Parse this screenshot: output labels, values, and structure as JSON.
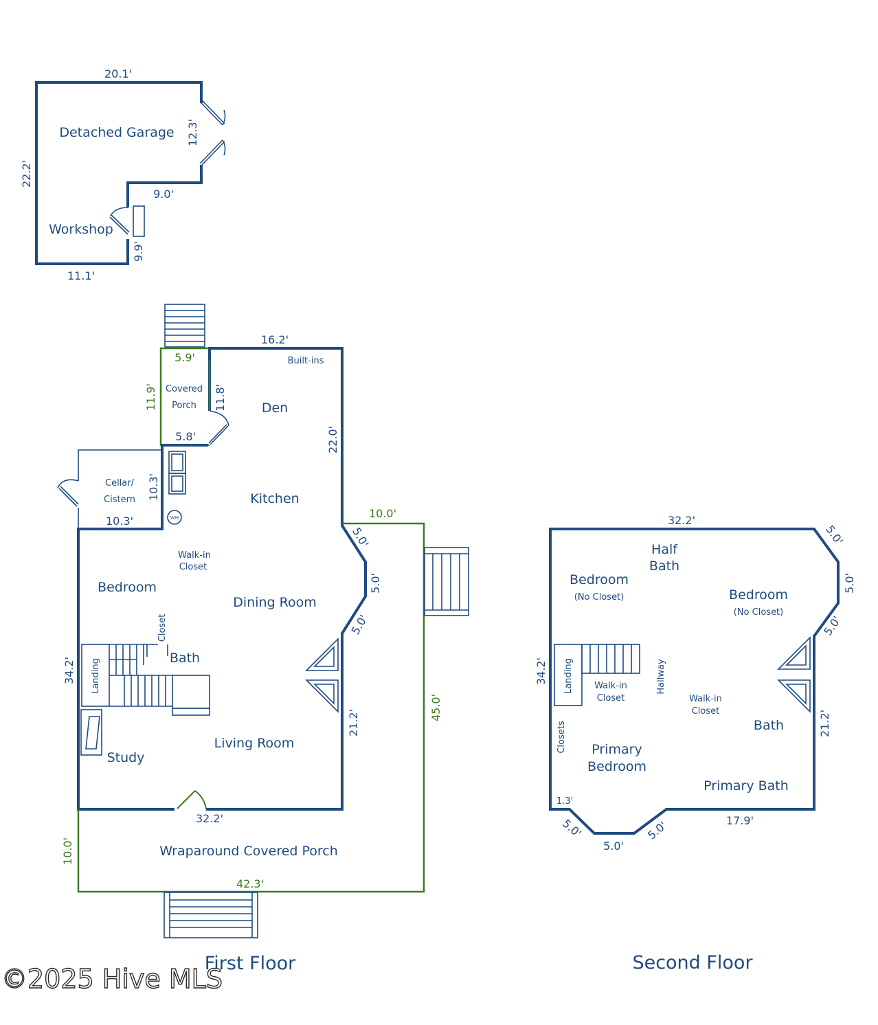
{
  "garage": {
    "rooms": {
      "garage": "Detached Garage",
      "workshop": "Workshop"
    },
    "dims": {
      "top": "20.1'",
      "left": "22.2'",
      "door": "12.3'",
      "step": "9.0'",
      "inner": "9.9'",
      "bottom": "11.1'"
    }
  },
  "first_floor": {
    "label": "First Floor",
    "rooms": {
      "covered_porch_1": "Covered",
      "covered_porch_2": "Porch",
      "builtins": "Built-ins",
      "den": "Den",
      "cellar_1": "Cellar/",
      "cellar_2": "Cistern",
      "kitchen": "Kitchen",
      "wh": "WH",
      "walkin_1": "Walk-in",
      "walkin_2": "Closet",
      "bedroom": "Bedroom",
      "dining": "Dining Room",
      "closet": "Closet",
      "bath": "Bath",
      "landing": "Landing",
      "living": "Living Room",
      "study": "Study",
      "wrap_porch": "Wraparound Covered Porch"
    },
    "dims": {
      "top": "16.2'",
      "porch_top": "5.9'",
      "porch_left": "11.9'",
      "porch_right": "11.8'",
      "porch_bottom": "5.8'",
      "den_right": "22.0'",
      "cellar_right": "10.3'",
      "cellar_bottom": "10.3'",
      "deck_top": "10.0'",
      "bay_upper": "5.0'",
      "bay_mid": "5.0'",
      "bay_lower": "5.0'",
      "left": "34.2'",
      "lower_right": "21.2'",
      "outer_right": "45.0'",
      "house_bottom": "32.2'",
      "porch_side": "10.0'",
      "porch_bottom_total": "42.3'"
    }
  },
  "second_floor": {
    "label": "Second Floor",
    "rooms": {
      "half_bath_1": "Half",
      "half_bath_2": "Bath",
      "bedroom_a": "Bedroom",
      "bedroom_a_note": "(No Closet)",
      "bedroom_b": "Bedroom",
      "bedroom_b_note": "(No Closet)",
      "landing": "Landing",
      "walkin_a_1": "Walk-in",
      "walkin_a_2": "Closet",
      "hallway": "Hallway",
      "walkin_b_1": "Walk-in",
      "walkin_b_2": "Closet",
      "bath": "Bath",
      "closets": "Closets",
      "primary_bed_1": "Primary",
      "primary_bed_2": "Bedroom",
      "primary_bath": "Primary Bath"
    },
    "dims": {
      "top": "32.2'",
      "corner_a": "5.0'",
      "right_mid": "5.0'",
      "corner_b": "5.0'",
      "left": "34.2'",
      "right_lower": "21.2'",
      "small": "1.3'",
      "bay_left": "5.0'",
      "bay_bottom": "5.0'",
      "bay_right": "5.0'",
      "bottom": "17.9'"
    }
  },
  "watermark": "©2025 Hive MLS",
  "colors": {
    "wall": "#1f4b80",
    "porch": "#3d7a1e",
    "background": "#ffffff"
  }
}
